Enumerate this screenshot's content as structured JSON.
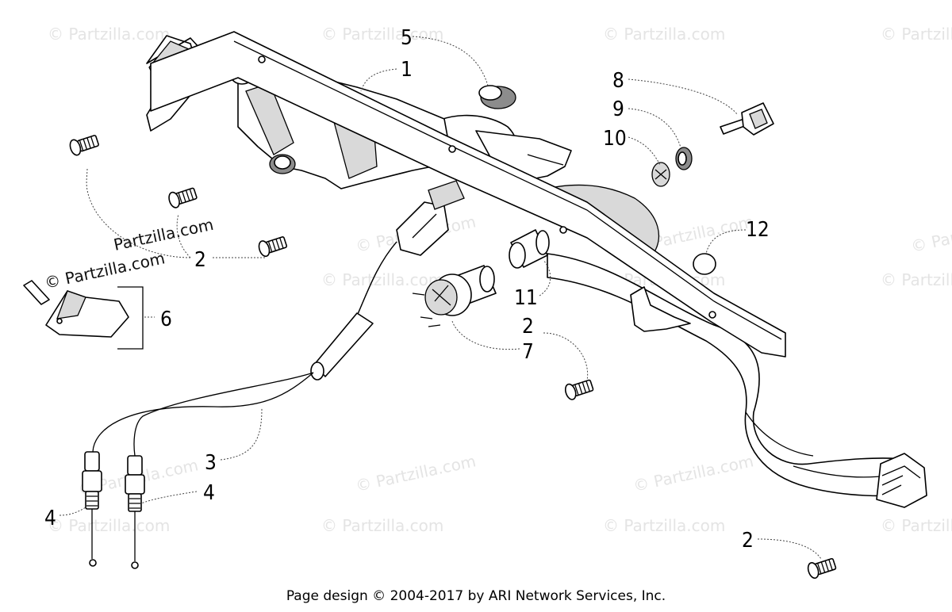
{
  "watermarks": {
    "text": "© Partzilla.com",
    "text_short": "Partzilla.com"
  },
  "callouts": [
    {
      "id": "c1",
      "label": "1"
    },
    {
      "id": "c2a",
      "label": "2"
    },
    {
      "id": "c2b",
      "label": "2"
    },
    {
      "id": "c2c",
      "label": "2"
    },
    {
      "id": "c3",
      "label": "3"
    },
    {
      "id": "c4a",
      "label": "4"
    },
    {
      "id": "c4b",
      "label": "4"
    },
    {
      "id": "c5",
      "label": "5"
    },
    {
      "id": "c6",
      "label": "6"
    },
    {
      "id": "c7",
      "label": "7"
    },
    {
      "id": "c8",
      "label": "8"
    },
    {
      "id": "c9",
      "label": "9"
    },
    {
      "id": "c10",
      "label": "10"
    },
    {
      "id": "c11",
      "label": "11"
    },
    {
      "id": "c12",
      "label": "12"
    }
  ],
  "footer": {
    "text": "Page design © 2004-2017 by ARI Network Services, Inc."
  }
}
